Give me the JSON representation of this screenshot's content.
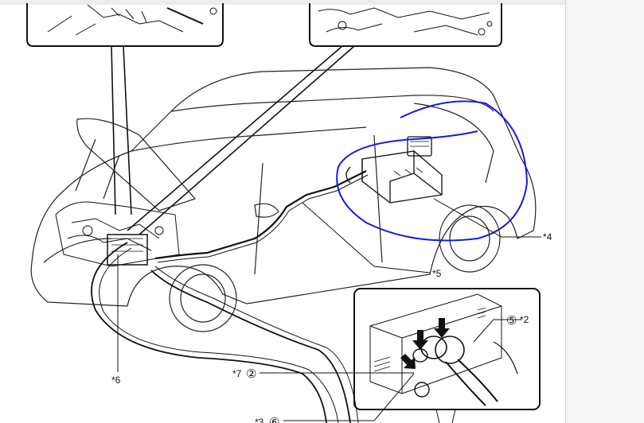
{
  "diagram": {
    "callouts": {
      "c2": "*2",
      "c3": "*3",
      "c4": "*4",
      "c5": "*5",
      "c6": "*6",
      "c7": "*7"
    },
    "step_numbers": {
      "s2": "②",
      "s5": "⑤",
      "s6": "⑥"
    },
    "annotation_color": "#1a1adb",
    "line_color": "#111111"
  }
}
